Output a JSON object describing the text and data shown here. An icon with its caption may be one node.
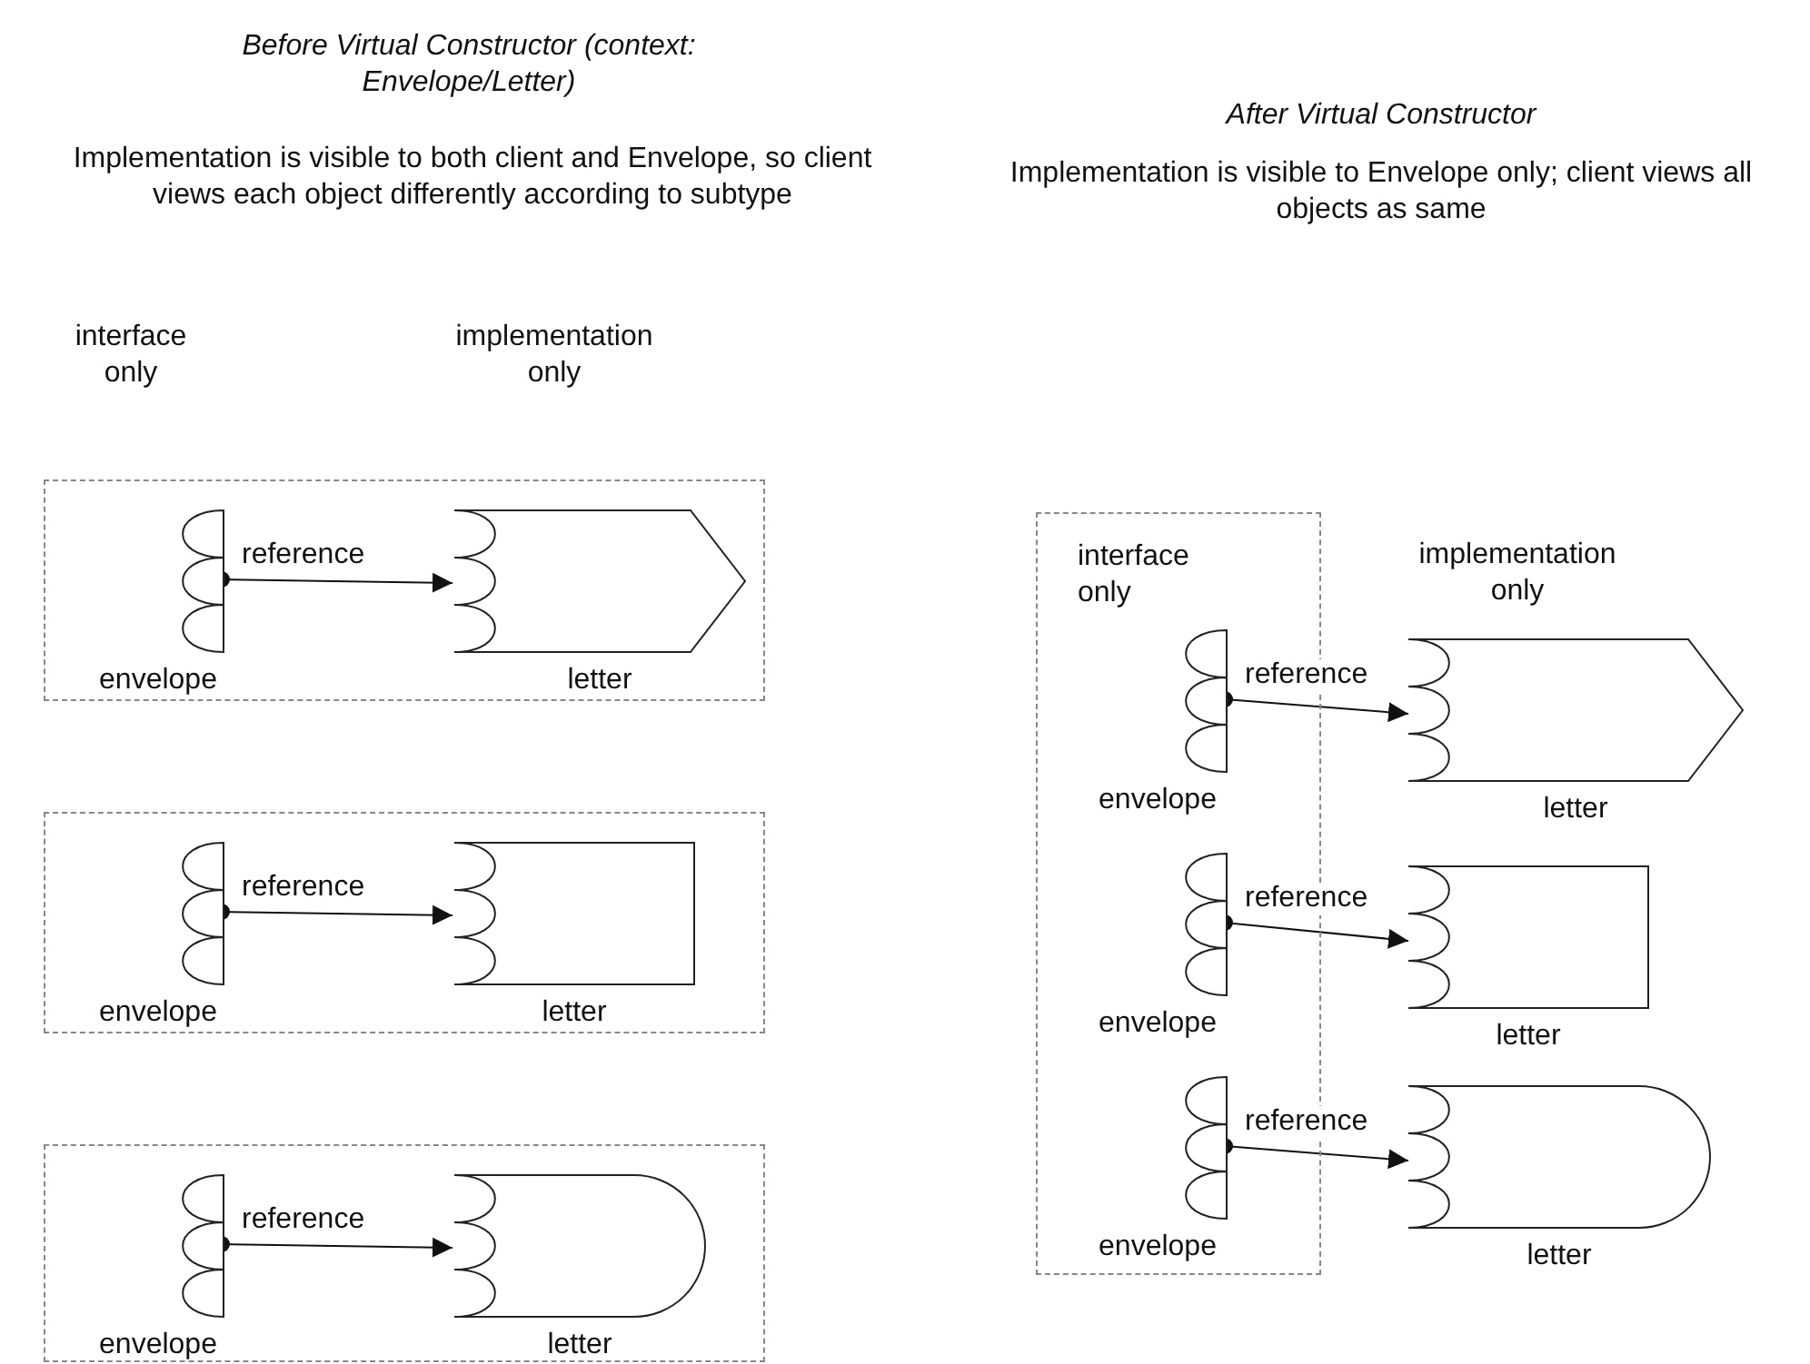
{
  "diagram": {
    "nodes": [
      {
        "text": [],
        "shape": "box"
      },
      {
        "text": [
          "envelope"
        ],
        "in": 0
      },
      {
        "text": [
          "letter"
        ],
        "in": 0
      },
      {
        "text": [],
        "shape": "box"
      },
      {
        "text": [
          "envelope"
        ],
        "in": 3
      },
      {
        "text": [
          "letter"
        ],
        "in": 3
      },
      {
        "text": [],
        "shape": "box"
      },
      {
        "text": [
          "envelope"
        ],
        "in": 6
      },
      {
        "text": [
          "letter"
        ],
        "in": 6
      },
      {
        "text": [
          "interface only"
        ]
      },
      {
        "text": [
          "envelope"
        ],
        "in": 9
      },
      {
        "text": [
          "letter"
        ]
      },
      {
        "text": [
          "envelope"
        ],
        "in": 9
      },
      {
        "text": [
          "letter"
        ]
      },
      {
        "text": [
          "envelope"
        ],
        "in": 9
      },
      {
        "text": [
          "letter"
        ]
      }
    ],
    "edges": [
      {
        "from": 1,
        "to": 2,
        "arrow": "to",
        "label": "reference"
      },
      {
        "from": 4,
        "to": 5,
        "arrow": "to",
        "label": "reference"
      },
      {
        "from": 7,
        "to": 8,
        "arrow": "to",
        "label": "reference"
      },
      {
        "from": 10,
        "to": 11,
        "arrow": "to",
        "label": "reference"
      },
      {
        "from": 12,
        "to": 13,
        "arrow": "to",
        "label": "reference"
      },
      {
        "from": 14,
        "to": 15,
        "arrow": "to",
        "label": "reference"
      }
    ],
    "labels": [
      "Before Virtual Constructor (context: Envelope/Letter)",
      "After Virtual Constructor",
      "Implementation is visible to both client and Envelope, so client views each object differently according to subtype",
      "Implementation is visible to Envelope only; client views all objects as same",
      "interface only",
      "implementation only",
      "implementation only"
    ]
  }
}
